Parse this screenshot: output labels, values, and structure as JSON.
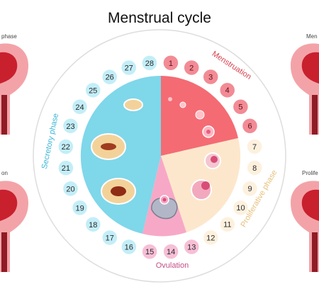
{
  "title": "Menstrual cycle",
  "phases": {
    "menstruation": "Menstruation",
    "proliferative": "Proliferative phase",
    "ovulation": "Ovulation",
    "secretory": "Secretory phase"
  },
  "corner_labels": {
    "top_left": "phase",
    "mid_left": "on",
    "top_right": "Men",
    "mid_right": "Prolife"
  },
  "days": [
    {
      "n": "1",
      "group": "menstruation"
    },
    {
      "n": "2",
      "group": "menstruation"
    },
    {
      "n": "3",
      "group": "menstruation"
    },
    {
      "n": "4",
      "group": "menstruation"
    },
    {
      "n": "5",
      "group": "menstruation"
    },
    {
      "n": "6",
      "group": "menstruation"
    },
    {
      "n": "7",
      "group": "proliferative"
    },
    {
      "n": "8",
      "group": "proliferative"
    },
    {
      "n": "9",
      "group": "proliferative"
    },
    {
      "n": "10",
      "group": "proliferative"
    },
    {
      "n": "11",
      "group": "proliferative"
    },
    {
      "n": "12",
      "group": "proliferative"
    },
    {
      "n": "13",
      "group": "ovulation"
    },
    {
      "n": "14",
      "group": "ovulation"
    },
    {
      "n": "15",
      "group": "ovulation"
    },
    {
      "n": "16",
      "group": "secretory"
    },
    {
      "n": "17",
      "group": "secretory"
    },
    {
      "n": "18",
      "group": "secretory"
    },
    {
      "n": "19",
      "group": "secretory"
    },
    {
      "n": "20",
      "group": "secretory"
    },
    {
      "n": "21",
      "group": "secretory"
    },
    {
      "n": "22",
      "group": "secretory"
    },
    {
      "n": "23",
      "group": "secretory"
    },
    {
      "n": "24",
      "group": "secretory"
    },
    {
      "n": "25",
      "group": "secretory"
    },
    {
      "n": "26",
      "group": "secretory"
    },
    {
      "n": "27",
      "group": "secretory"
    },
    {
      "n": "28",
      "group": "secretory"
    }
  ],
  "colors": {
    "menstruation_fill": "#f46b74",
    "menstruation_bubble": "#f28b95",
    "menstruation_text": "#d8434f",
    "proliferative_fill": "#fde7cc",
    "proliferative_bubble": "#fdf1de",
    "proliferative_text": "#e7bf7b",
    "ovulation_fill": "#f7a8c6",
    "ovulation_bubble": "#f7bfd6",
    "ovulation_text": "#c44d86",
    "secretory_fill": "#7fd7ea",
    "secretory_bubble": "#c3eef8",
    "secretory_text": "#3cb6d6"
  }
}
